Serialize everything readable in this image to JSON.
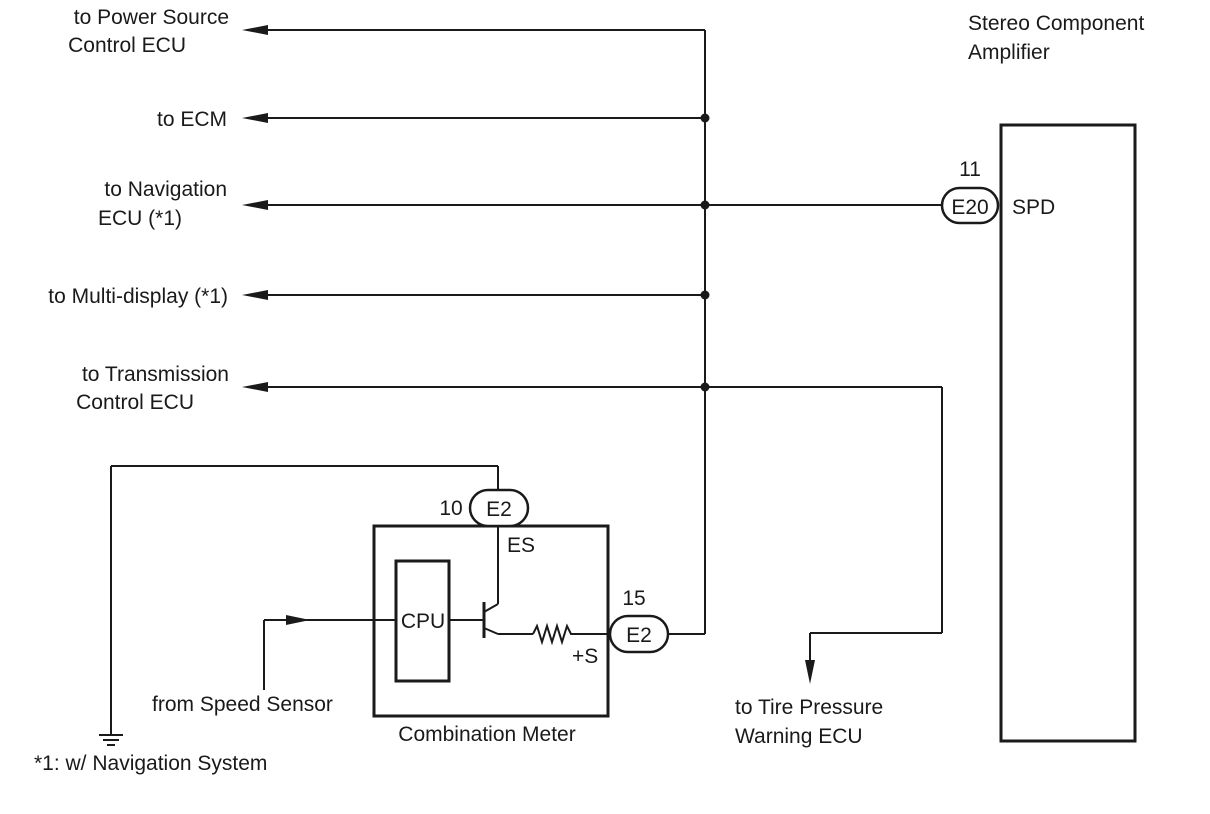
{
  "destinations": [
    {
      "id": "power",
      "lines": [
        "to Power Source",
        "Control ECU"
      ]
    },
    {
      "id": "ecm",
      "lines": [
        "to ECM"
      ]
    },
    {
      "id": "nav",
      "lines": [
        "to Navigation",
        "ECU (*1)"
      ]
    },
    {
      "id": "multi",
      "lines": [
        "to Multi-display (*1)"
      ]
    },
    {
      "id": "trans",
      "lines": [
        "to Transmission",
        "Control ECU"
      ]
    }
  ],
  "amplifier": {
    "title_lines": [
      "Stereo Component",
      "Amplifier"
    ],
    "connector": "E20",
    "pin": "11",
    "terminal": "SPD"
  },
  "meter": {
    "name": "Combination Meter",
    "cpu_label": "CPU",
    "ground_connector": {
      "connector": "E2",
      "pin": "10",
      "terminal": "ES"
    },
    "signal_connector": {
      "connector": "E2",
      "pin": "15",
      "terminal": "+S"
    }
  },
  "speed_sensor": "from Speed Sensor",
  "tire_ecu_lines": [
    "to Tire Pressure",
    "Warning ECU"
  ],
  "footnote": "*1: w/ Navigation System",
  "colors": {
    "line": "#1a1a1a",
    "background": "#ffffff"
  }
}
